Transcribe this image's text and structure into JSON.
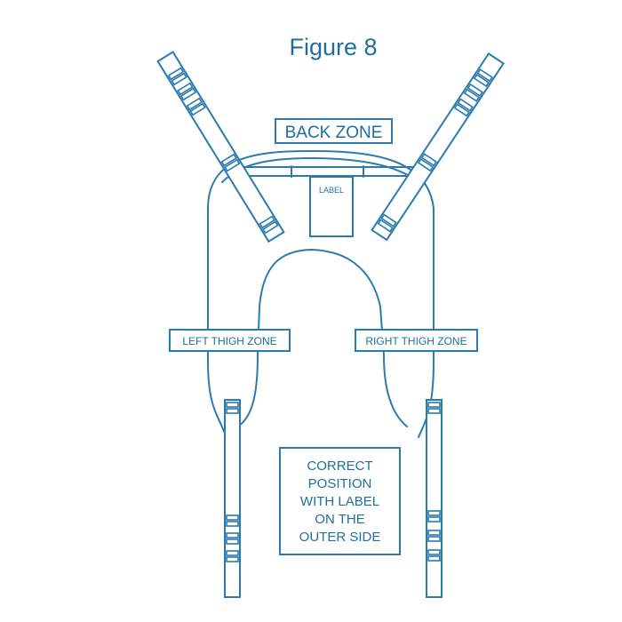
{
  "figure": {
    "title": "Figure 8"
  },
  "zones": {
    "back": "BACK ZONE",
    "label": "LABEL",
    "left_thigh": "LEFT THIGH ZONE",
    "right_thigh": "RIGHT THIGH ZONE"
  },
  "note": {
    "lines": [
      "CORRECT",
      "POSITION",
      "WITH LABEL",
      "ON THE",
      "OUTER SIDE"
    ]
  },
  "colors": {
    "stroke": "#2a7bb0",
    "text": "#1e6fa0",
    "background": "#ffffff"
  }
}
